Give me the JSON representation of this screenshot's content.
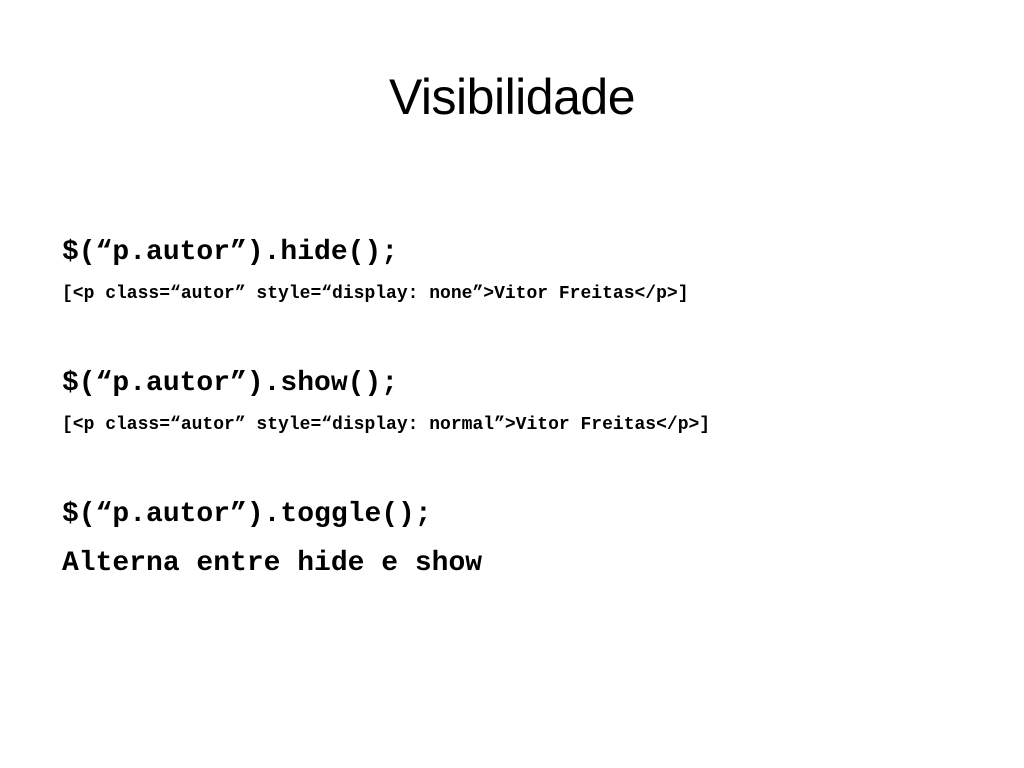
{
  "slide": {
    "title": "Visibilidade",
    "lines": [
      "$(“p.autor”).hide();",
      "[<p class=“autor” style=“display: none”>Vitor Freitas</p>]",
      "$(“p.autor”).show();",
      "[<p class=“autor” style=“display: normal”>Vitor Freitas</p>]",
      "$(“p.autor”).toggle();",
      "Alterna entre hide e show"
    ]
  }
}
